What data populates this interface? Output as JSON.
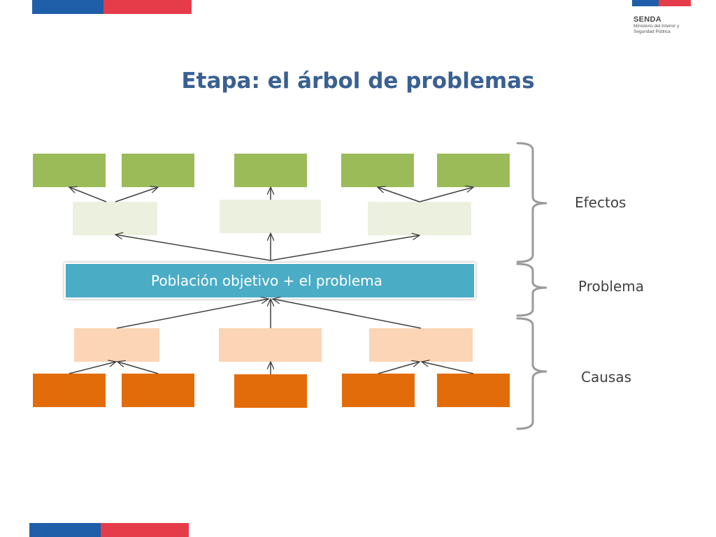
{
  "title": "Etapa: el árbol de problemas",
  "logo": {
    "name": "SENDA",
    "subtitle": "Ministerio del Interior y Seguridad Pública"
  },
  "problem_box": {
    "label": "Población objetivo + el problema"
  },
  "side_labels": {
    "effects": "Efectos",
    "problem": "Problema",
    "causes": "Causas"
  },
  "colors": {
    "effect_top": "#9bbb59",
    "effect_mid": "#ebf1de",
    "problem": "#4bacc6",
    "cause_mid": "#fbd5b5",
    "cause_bottom": "#e36c0a",
    "title": "#3a6092",
    "flag_blue": "#1f5ea8",
    "flag_red": "#e63c4a"
  }
}
